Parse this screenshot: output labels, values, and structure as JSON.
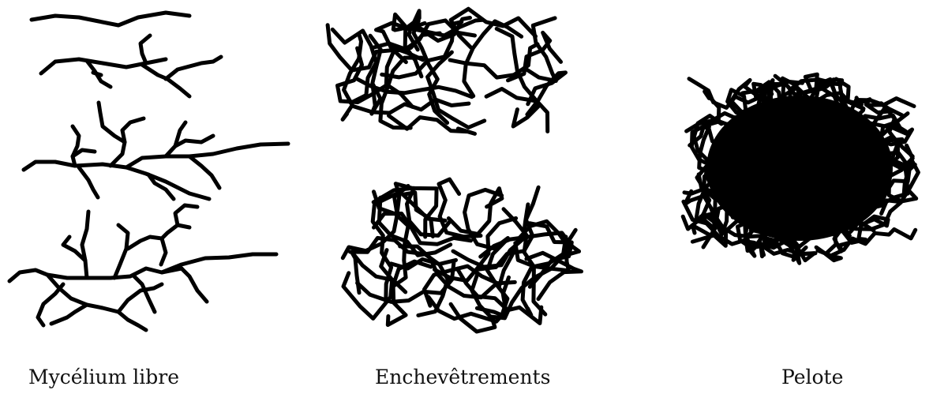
{
  "panels": [
    {
      "label": "Mycélium libre"
    },
    {
      "label": "Enchevêtrements"
    },
    {
      "label": "Pelote"
    }
  ],
  "colors": {
    "hyphae": "#000000",
    "background": "#ffffff"
  }
}
